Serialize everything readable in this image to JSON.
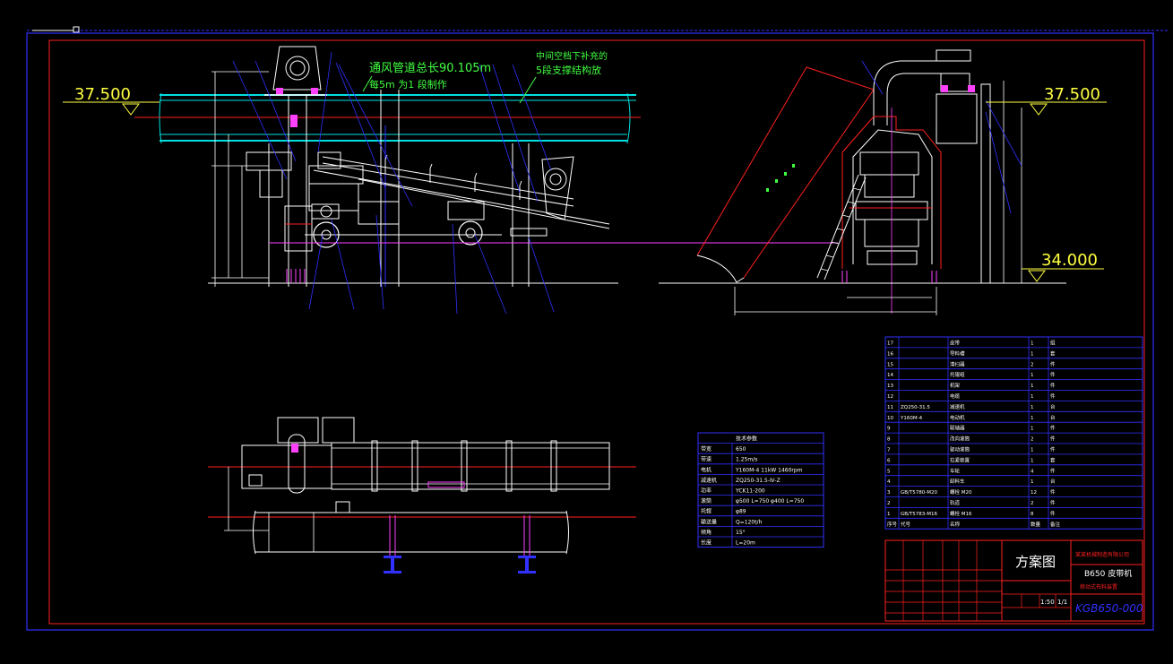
{
  "drawing": {
    "elevation_top": "37.500",
    "elevation_bottom": "34.000",
    "note_duct_length": "通风管道总长90.105m",
    "note_duct_each": "每5m 为1 段制作",
    "note_support_1": "中间空档下补充的",
    "note_support_2": "5段支撑结构放",
    "title_block": {
      "title": "方案图",
      "company": "某某机械制造有限公司",
      "subtitle": "B650 皮带机",
      "subtitle2": "移动式布料装置",
      "drawing_no": "KGB650-000",
      "scale": "1:50",
      "sheet": "1/1"
    },
    "params_table": {
      "header": "技术参数",
      "rows": [
        [
          "带宽",
          "650"
        ],
        [
          "带速",
          "1.25m/s"
        ],
        [
          "电机",
          "Y160M-4 11kW  1460rpm"
        ],
        [
          "减速机",
          "ZQ250-31.5-Ⅳ-Z"
        ],
        [
          "功率",
          "YCK11-200"
        ],
        [
          "滚筒",
          "φ500 L=750 φ400 L=750"
        ],
        [
          "托辊",
          "φ89"
        ],
        [
          "输送量",
          "Q=120t/h"
        ],
        [
          "倾角",
          "15°"
        ],
        [
          "长度",
          "L=20m"
        ]
      ]
    },
    "parts_list": [
      [
        "17",
        "",
        "皮带",
        "1",
        "组"
      ],
      [
        "16",
        "",
        "导料槽",
        "1",
        "套"
      ],
      [
        "15",
        "",
        "清扫器",
        "2",
        "件"
      ],
      [
        "14",
        "",
        "托辊组",
        "1",
        "件"
      ],
      [
        "13",
        "",
        "机架",
        "1",
        "件"
      ],
      [
        "12",
        "",
        "电缆",
        "1",
        "件"
      ],
      [
        "11",
        "ZQ250-31.5",
        "减速机",
        "1",
        "台"
      ],
      [
        "10",
        "Y160M-4",
        "电动机",
        "1",
        "台"
      ],
      [
        "9",
        "",
        "联轴器",
        "1",
        "件"
      ],
      [
        "8",
        "",
        "改向滚筒",
        "2",
        "件"
      ],
      [
        "7",
        "",
        "驱动滚筒",
        "1",
        "件"
      ],
      [
        "6",
        "",
        "拉紧装置",
        "1",
        "套"
      ],
      [
        "5",
        "",
        "车轮",
        "4",
        "件"
      ],
      [
        "4",
        "",
        "卸料车",
        "1",
        "台"
      ],
      [
        "3",
        "GB/T5780-M20",
        "螺栓 M20",
        "12",
        "件"
      ],
      [
        "2",
        "",
        "轨道",
        "2",
        "件"
      ],
      [
        "1",
        "GB/T5783-M16",
        "螺栓 M16",
        "8",
        "件"
      ]
    ],
    "parts_header": [
      "序号",
      "代号",
      "名称",
      "数量",
      "备注"
    ]
  }
}
